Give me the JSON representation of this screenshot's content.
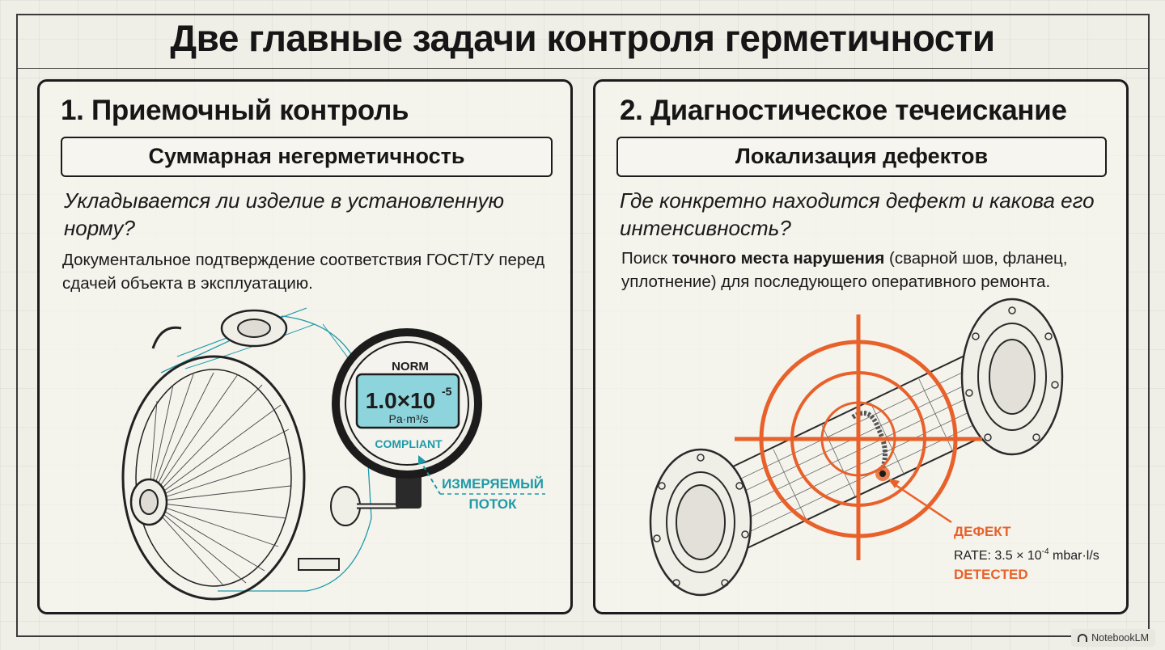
{
  "title": "Две главные задачи контроля герметичности",
  "left": {
    "title": "1. Приемочный контроль",
    "subtitle": "Суммарная негерметичность",
    "question": "Укладывается ли изделие в установленную норму?",
    "description": "Документальное подтверждение соответствия ГОСТ/ТУ перед сдачей объекта в эксплуатацию.",
    "gauge": {
      "label": "NORM",
      "value": "1.0×10",
      "exponent": "-5",
      "unit": "Pa·m³/s",
      "status": "COMPLIANT"
    },
    "callout_line1": "ИЗМЕРЯЕМЫЙ",
    "callout_line2": "ПОТОК"
  },
  "right": {
    "title": "2. Диагностическое течеискание",
    "subtitle": "Локализация дефектов",
    "question": "Где конкретно находится дефект и какова его интенсивность?",
    "description_pre": "Поиск ",
    "description_bold": "точного места нарушения",
    "description_post": " (сварной шов, фланец, уплотнение) для последующего оперативного ремонта.",
    "defect_label": "ДЕФЕКТ",
    "rate_prefix": "RATE: 3.5 × 10",
    "rate_exponent": "-4",
    "rate_unit": " mbar·l/s",
    "status": "DETECTED"
  },
  "colors": {
    "accent_teal": "#1e9aa8",
    "accent_orange": "#e8612a",
    "ink": "#1c1c1c"
  },
  "badge": "NotebookLM"
}
